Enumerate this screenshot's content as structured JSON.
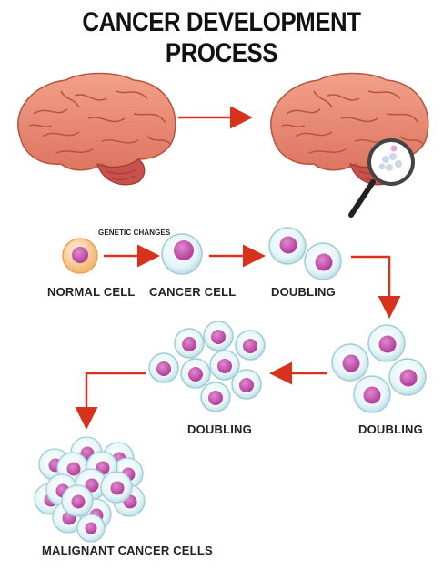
{
  "title": "CANCER DEVELOPMENT PROCESS",
  "labels": {
    "genetic_changes": "GENETIC CHANGES",
    "normal_cell": "NORMAL CELL",
    "cancer_cell": "CANCER CELL",
    "doubling_1": "DOUBLING",
    "doubling_2": "DOUBLING",
    "doubling_3": "DOUBLING",
    "malignant": "MALIGNANT CANCER CELLS"
  },
  "colors": {
    "arrow": "#d8321e",
    "brain": "#e8866c",
    "cell_membrane": "#d7eef2",
    "nucleus": "#c74bad",
    "normal_cell": "#f8c27e"
  }
}
